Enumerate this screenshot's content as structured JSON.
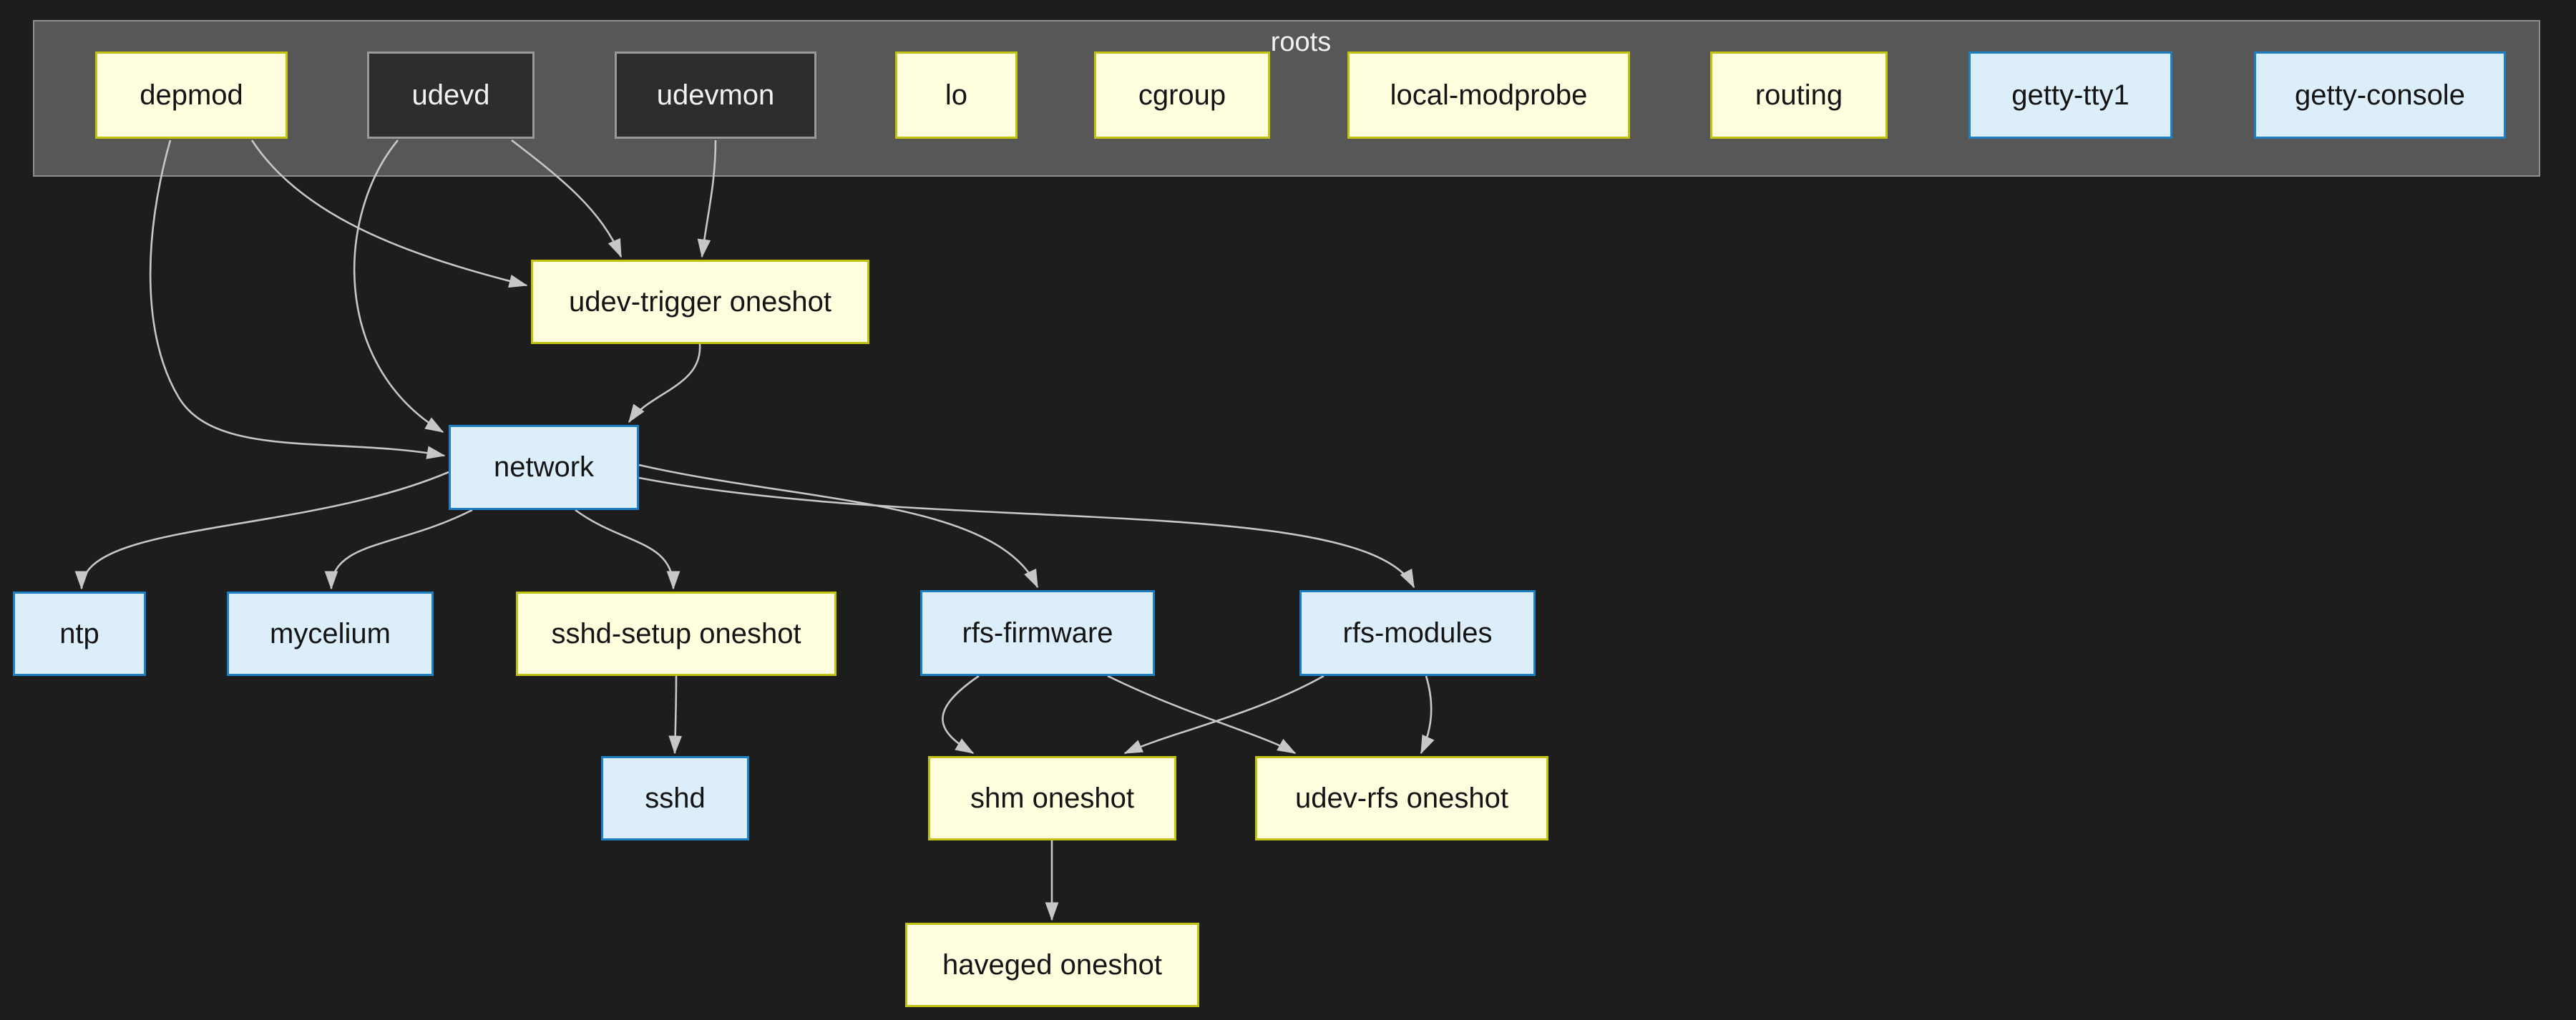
{
  "cluster": {
    "label": "roots",
    "members": [
      "depmod",
      "udevd",
      "udevmon",
      "lo",
      "cgroup",
      "local-modprobe",
      "routing",
      "getty-tty1",
      "getty-console"
    ]
  },
  "nodes": [
    {
      "id": "depmod",
      "label": "depmod",
      "type": "oneshot"
    },
    {
      "id": "udevd",
      "label": "udevd",
      "type": "internal"
    },
    {
      "id": "udevmon",
      "label": "udevmon",
      "type": "internal"
    },
    {
      "id": "lo",
      "label": "lo",
      "type": "oneshot"
    },
    {
      "id": "cgroup",
      "label": "cgroup",
      "type": "oneshot"
    },
    {
      "id": "local-modprobe",
      "label": "local-modprobe",
      "type": "oneshot"
    },
    {
      "id": "routing",
      "label": "routing",
      "type": "oneshot"
    },
    {
      "id": "getty-tty1",
      "label": "getty-tty1",
      "type": "longrun"
    },
    {
      "id": "getty-console",
      "label": "getty-console",
      "type": "longrun"
    },
    {
      "id": "udev-trigger",
      "label": "udev-trigger oneshot",
      "type": "oneshot"
    },
    {
      "id": "network",
      "label": "network",
      "type": "longrun"
    },
    {
      "id": "ntp",
      "label": "ntp",
      "type": "longrun"
    },
    {
      "id": "mycelium",
      "label": "mycelium",
      "type": "longrun"
    },
    {
      "id": "sshd-setup",
      "label": "sshd-setup oneshot",
      "type": "oneshot"
    },
    {
      "id": "rfs-firmware",
      "label": "rfs-firmware",
      "type": "longrun"
    },
    {
      "id": "rfs-modules",
      "label": "rfs-modules",
      "type": "longrun"
    },
    {
      "id": "sshd",
      "label": "sshd",
      "type": "longrun"
    },
    {
      "id": "shm",
      "label": "shm oneshot",
      "type": "oneshot"
    },
    {
      "id": "udev-rfs",
      "label": "udev-rfs oneshot",
      "type": "oneshot"
    },
    {
      "id": "haveged",
      "label": "haveged oneshot",
      "type": "oneshot"
    }
  ],
  "edges": [
    [
      "depmod",
      "udev-trigger"
    ],
    [
      "depmod",
      "network"
    ],
    [
      "udevd",
      "udev-trigger"
    ],
    [
      "udevd",
      "network"
    ],
    [
      "udevmon",
      "udev-trigger"
    ],
    [
      "udev-trigger",
      "network"
    ],
    [
      "network",
      "ntp"
    ],
    [
      "network",
      "mycelium"
    ],
    [
      "network",
      "sshd-setup"
    ],
    [
      "network",
      "rfs-firmware"
    ],
    [
      "network",
      "rfs-modules"
    ],
    [
      "sshd-setup",
      "sshd"
    ],
    [
      "rfs-firmware",
      "shm"
    ],
    [
      "rfs-firmware",
      "udev-rfs"
    ],
    [
      "rfs-modules",
      "shm"
    ],
    [
      "rfs-modules",
      "udev-rfs"
    ],
    [
      "shm",
      "haveged"
    ]
  ],
  "colors": {
    "background": "#1d1d1d",
    "cluster_fill": "#575757",
    "cluster_border": "#8e8e8e",
    "cluster_label": "#f2f2f2",
    "oneshot_fill": "#ffffe0",
    "oneshot_border": "#c2c211",
    "longrun_fill": "#ddeefb",
    "longrun_border": "#1e80c4",
    "internal_fill": "#2d2d2d",
    "internal_border": "#999999",
    "internal_text": "#f2f2f2",
    "node_text": "#141414",
    "edge": "#c7c7c7"
  }
}
